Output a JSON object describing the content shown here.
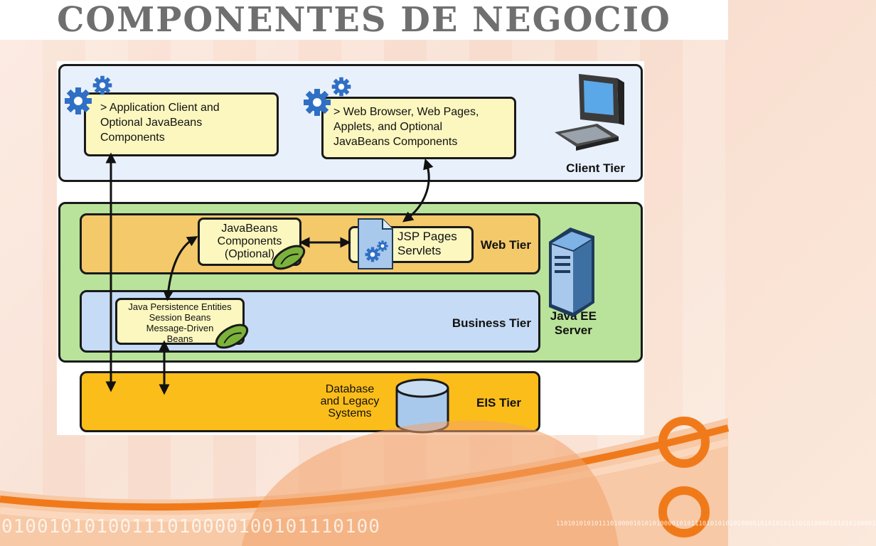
{
  "title": "Componentes de Negocio",
  "client_tier": {
    "label": "Client Tier",
    "app_client": [
      "> Application Client and",
      "Optional JavaBeans",
      "Components"
    ],
    "web_client": [
      "> Web Browser, Web Pages,",
      "Applets, and Optional",
      "JavaBeans Components"
    ]
  },
  "web_tier": {
    "label": "Web Tier",
    "javabeans": [
      "JavaBeans",
      "Components",
      "(Optional)"
    ],
    "jsp": [
      "JSP Pages",
      "Servlets"
    ]
  },
  "business_tier": {
    "label": "Business Tier",
    "components": [
      "Java Persistence Entities",
      "Session Beans",
      "Message-Driven",
      "Beans"
    ]
  },
  "server": {
    "label": [
      "Java EE",
      "Server"
    ]
  },
  "eis_tier": {
    "label": "EIS Tier",
    "database": [
      "Database",
      "and Legacy",
      "Systems"
    ]
  },
  "binary_strip": {
    "large": "01001010100111010000100101110100",
    "small": "11010101010111010000101010100001010111010101010100001010101011101010000101010100001"
  },
  "colors": {
    "client_tier": "#e8f0fb",
    "server_block": "#b9e39a",
    "web_tier": "#f4c96a",
    "business_tier": "#c6dbf5",
    "eis_tier": "#fbbd19",
    "component": "#fbf7bf",
    "accent_orange": "#f07a1a"
  },
  "icons": [
    "gear-icon",
    "computer-icon",
    "server-icon",
    "database-icon",
    "document-icon",
    "bean-icon"
  ]
}
